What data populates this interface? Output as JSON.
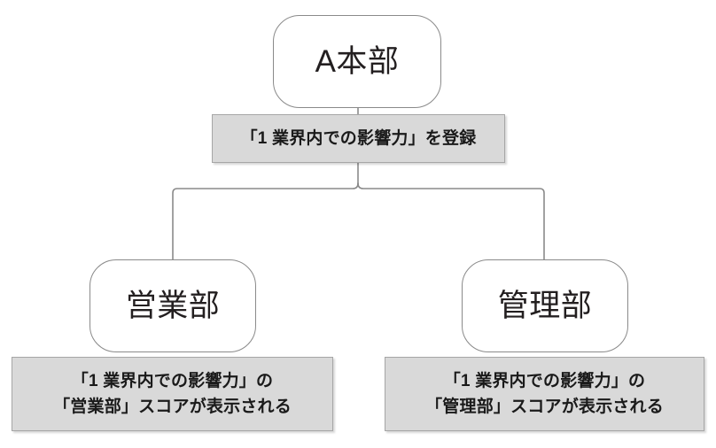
{
  "diagram": {
    "type": "org-chart",
    "root": {
      "label": "A本部",
      "note": "「1 業界内での影響力」を登録"
    },
    "children": [
      {
        "label": "営業部",
        "note": "「1 業界内での影響力」の\n「営業部」スコアが表示される"
      },
      {
        "label": "管理部",
        "note": "「1 業界内での影響力」の\n「管理部」スコアが表示される"
      }
    ],
    "colors": {
      "node_fill": "#ffffff",
      "node_border": "#8a8a8a",
      "note_fill": "#d9d9d9",
      "note_border": "#a6a6a6",
      "connector": "#8a8a8a",
      "text": "#231f20",
      "background": "#ffffff"
    }
  }
}
